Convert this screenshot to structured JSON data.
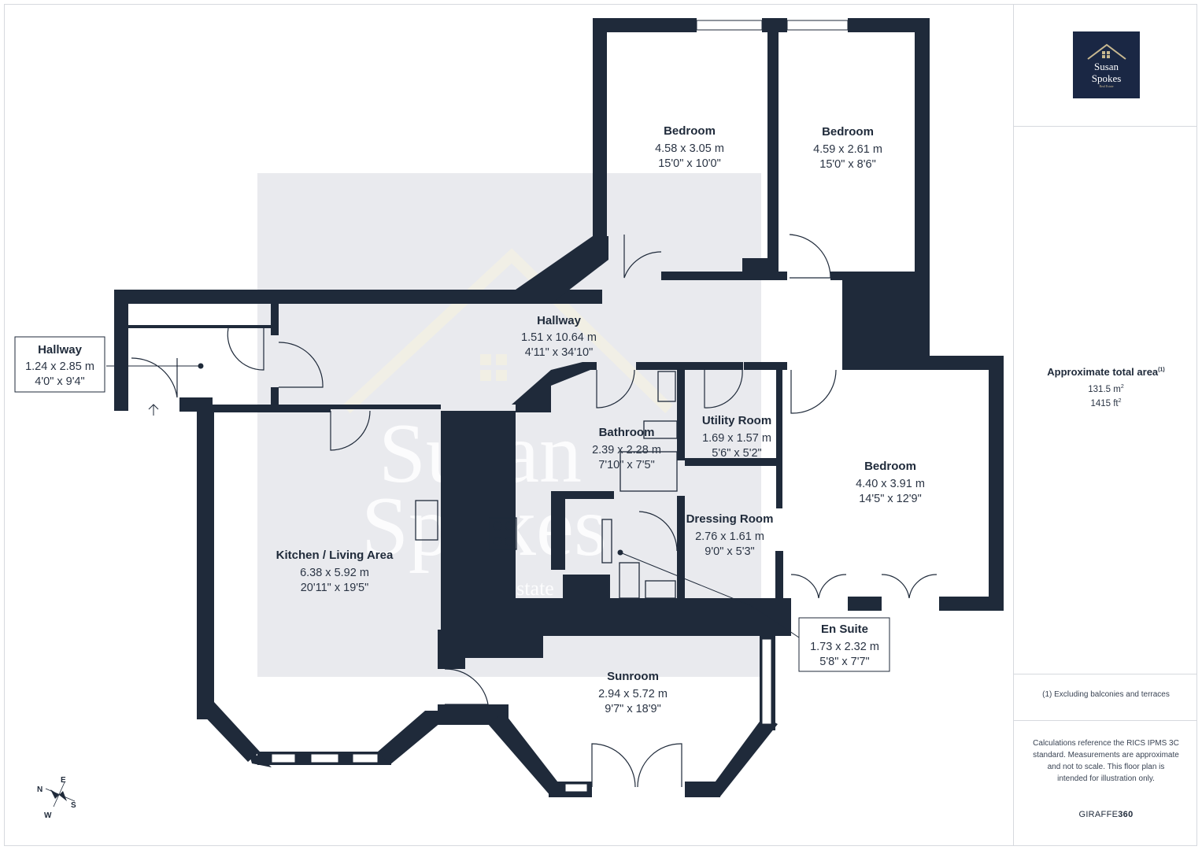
{
  "rooms": {
    "hallway_entry": {
      "name": "Hallway",
      "metric": "1.24 x 2.85 m",
      "imperial": "4'0\" x 9'4\""
    },
    "hallway_main": {
      "name": "Hallway",
      "metric": "1.51 x 10.64 m",
      "imperial": "4'11\" x 34'10\""
    },
    "bedroom_1": {
      "name": "Bedroom",
      "metric": "4.58 x 3.05 m",
      "imperial": "15'0\" x 10'0\""
    },
    "bedroom_2": {
      "name": "Bedroom",
      "metric": "4.59 x 2.61 m",
      "imperial": "15'0\" x 8'6\""
    },
    "bedroom_3": {
      "name": "Bedroom",
      "metric": "4.40 x 3.91 m",
      "imperial": "14'5\" x 12'9\""
    },
    "bathroom": {
      "name": "Bathroom",
      "metric": "2.39 x 2.28 m",
      "imperial": "7'10\" x 7'5\""
    },
    "utility": {
      "name": "Utility Room",
      "metric": "1.69 x 1.57 m",
      "imperial": "5'6\" x 5'2\""
    },
    "dressing": {
      "name": "Dressing Room",
      "metric": "2.76 x 1.61 m",
      "imperial": "9'0\" x 5'3\""
    },
    "kitchen": {
      "name": "Kitchen / Living Area",
      "metric": "6.38 x 5.92 m",
      "imperial": "20'11\" x 19'5\""
    },
    "ensuite": {
      "name": "En Suite",
      "metric": "1.73 x 2.32 m",
      "imperial": "5'8\" x 7'7\""
    },
    "sunroom": {
      "name": "Sunroom",
      "metric": "2.94 x 5.72 m",
      "imperial": "9'7\" x 18'9\""
    }
  },
  "compass": {
    "n": "N",
    "e": "E",
    "s": "S",
    "w": "W"
  },
  "watermark": {
    "line1": "Susan",
    "line2": "Spokes",
    "line3": "Real Estate"
  },
  "logo": {
    "line1": "Susan",
    "line2": "Spokes",
    "tagline": "Real Estate"
  },
  "sidebar": {
    "area_title": "Approximate total area",
    "area_note_mark": "(1)",
    "area_m2": "131.5 m",
    "area_ft2": "1415 ft",
    "sup": "2",
    "footnote": "(1) Excluding balconies and terraces",
    "calc_note": "Calculations reference the RICS IPMS 3C standard. Measurements are approximate and not to scale. This floor plan is intended for illustration only.",
    "brand_regular": "GIRAFFE",
    "brand_bold": "360"
  },
  "colors": {
    "wall": "#1f2a3a",
    "watermark_bg": "#e9eaee",
    "logo_bg": "#1a2744"
  }
}
